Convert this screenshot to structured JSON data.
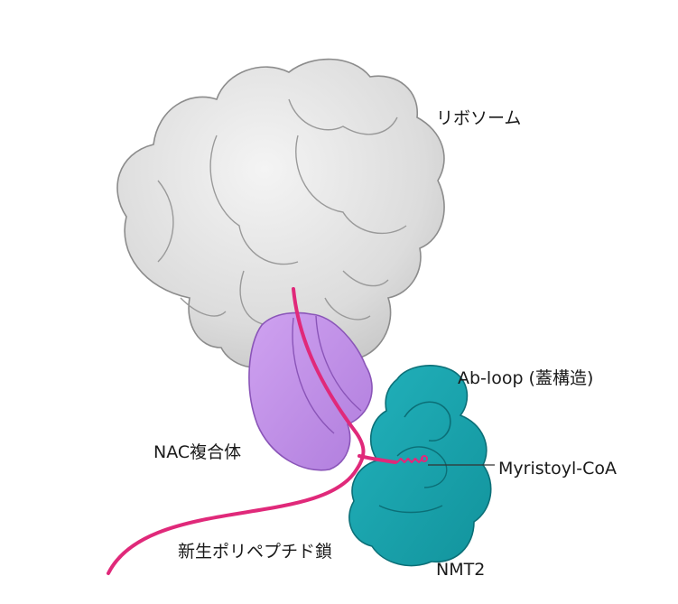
{
  "labels": {
    "ribosome": "リボソーム",
    "ab_loop": "Ab-loop (蓋構造)",
    "myristoyl_coa": "Myristoyl-CoA",
    "nac_complex": "NAC複合体",
    "nascent_chain": "新生ポリペプチド鎖",
    "nmt2": "NMT2"
  },
  "colors": {
    "ribosome_fill": "#d9d9d9",
    "ribosome_stroke": "#8c8c8c",
    "nac_fill": "#c08ee8",
    "nac_stroke": "#8a55b8",
    "nmt_fill": "#1aa3ad",
    "nmt_stroke": "#0b6f77",
    "chain": "#e0297a",
    "text": "#1a1a1a"
  }
}
